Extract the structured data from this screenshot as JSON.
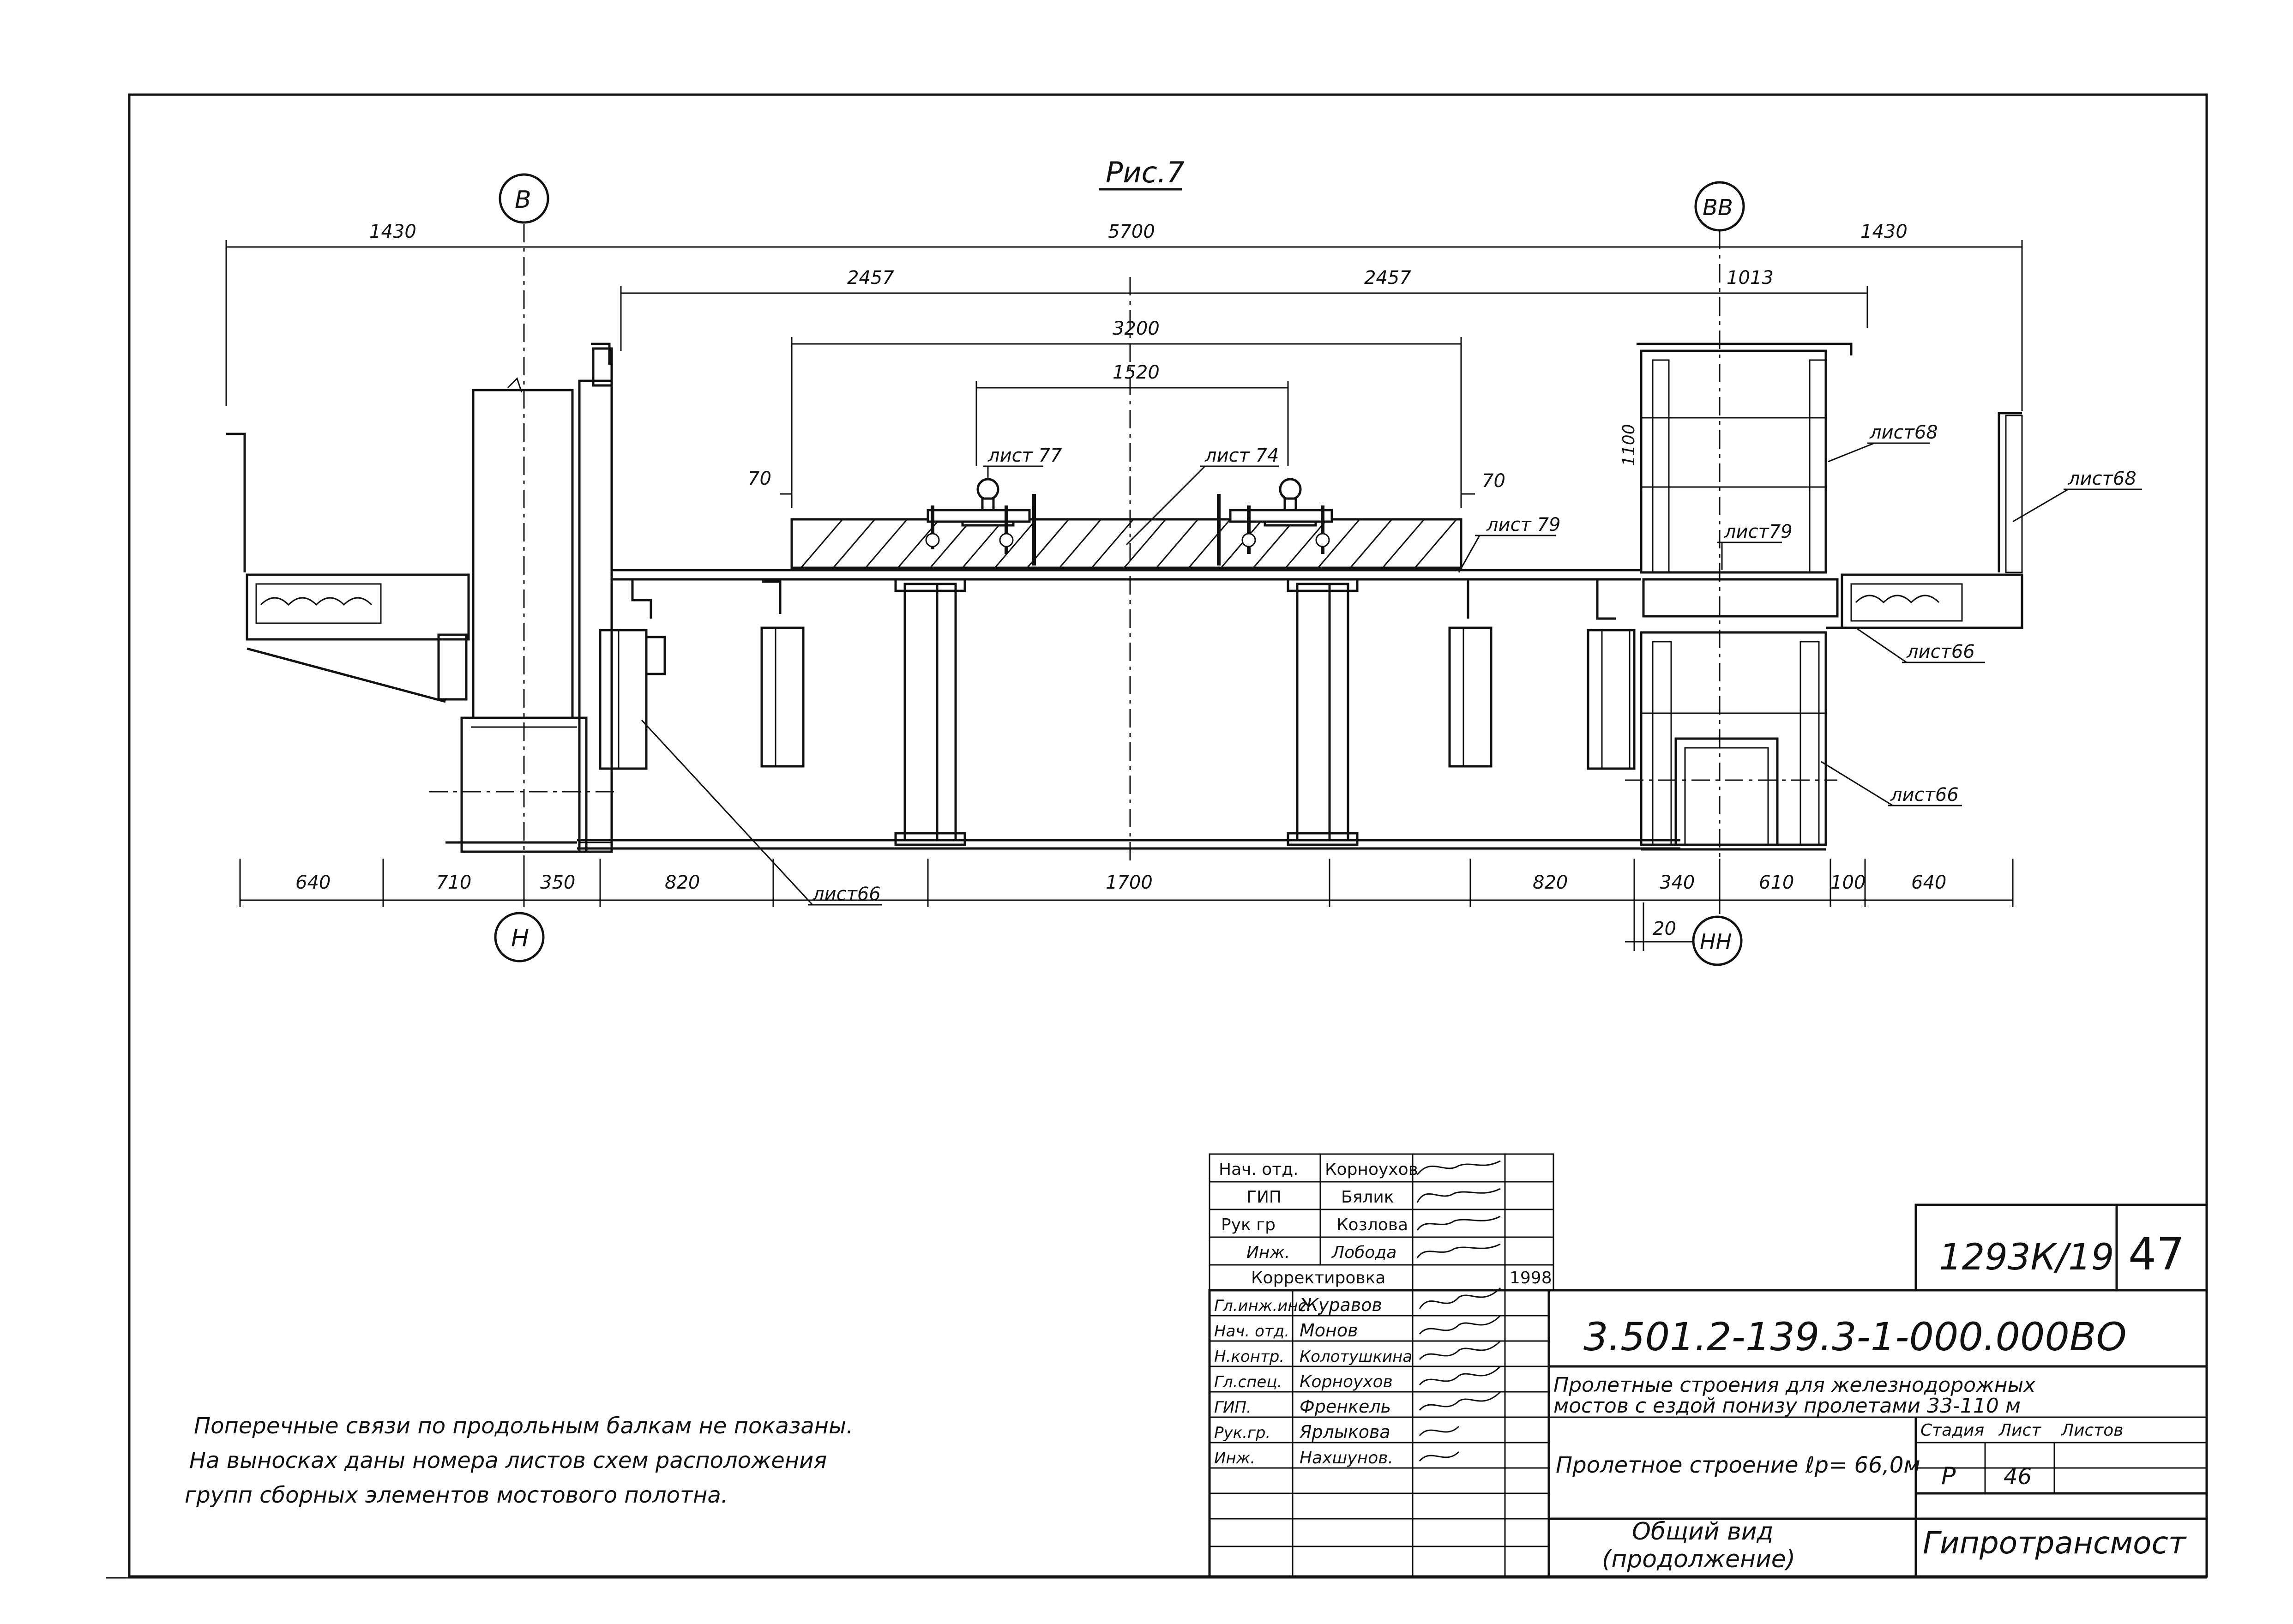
{
  "figure": {
    "title": "Рис.7"
  },
  "axes": {
    "top_left": "В",
    "top_right": "ВВ",
    "bottom_left": "Н",
    "bottom_right": "НН"
  },
  "dimensions": {
    "top_row": [
      "1430",
      "5700",
      "1430"
    ],
    "second_row": [
      "2457",
      "2457",
      "1013"
    ],
    "width_3200": "3200",
    "width_1520": "1520",
    "side_70_left": "70",
    "side_70_right": "70",
    "height_1100": "1100",
    "bottom_row": [
      "640",
      "710",
      "350",
      "820",
      "1700",
      "820",
      "340",
      "610",
      "100",
      "640"
    ],
    "offset_20": "20"
  },
  "callouts": {
    "sheet_77": "лист 77",
    "sheet_74": "лист 74",
    "sheet_79_a": "лист 79",
    "sheet_79_b": "лист79",
    "sheet_68_a": "лист68",
    "sheet_68_b": "лист68",
    "sheet_66_a": "лист66",
    "sheet_66_b": "лист66",
    "sheet_66_c": "лист66"
  },
  "notes": [
    "Поперечные связи по продольным балкам не показаны.",
    "На выносках даны номера листов схем расположения",
    "групп сборных элементов мостового полотна."
  ],
  "revision_block": {
    "rows": [
      {
        "role": "Нач. отд.",
        "name": "Корноухов"
      },
      {
        "role": "ГИП",
        "name": "Бялик"
      },
      {
        "role": "Рук гр",
        "name": "Козлова"
      },
      {
        "role": "Инж.",
        "name": "Лобода"
      }
    ],
    "correction": "Корректировка",
    "year": "1998"
  },
  "title_block": {
    "archive_no": "1293К/19",
    "page_no": "47",
    "designation": "3.501.2-139.3-1-000.000ВО",
    "project_line1": "Пролетные строения для железнодорожных",
    "project_line2": "мостов с ездой понизу пролетами 33-110 м",
    "part": "Пролетное строение ℓр= 66,0м",
    "stage_header": "Стадия",
    "sheet_header": "Лист",
    "sheets_header": "Листов",
    "stage": "Р",
    "sheet": "46",
    "sheets": "",
    "drawing_name_line1": "Общий вид",
    "drawing_name_line2": "(продолжение)",
    "organization": "Гипротрансмост",
    "signers": [
      {
        "role": "Гл.инж.инс.",
        "name": "Журавов"
      },
      {
        "role": "Нач. отд.",
        "name": "Монов"
      },
      {
        "role": "Н.контр.",
        "name": "Колотушкина"
      },
      {
        "role": "Гл.спец.",
        "name": "Корноухов"
      },
      {
        "role": "ГИП.",
        "name": "Френкель"
      },
      {
        "role": "Рук.гр.",
        "name": "Ярлыкова"
      },
      {
        "role": "Инж.",
        "name": "Нахшунов."
      }
    ]
  }
}
